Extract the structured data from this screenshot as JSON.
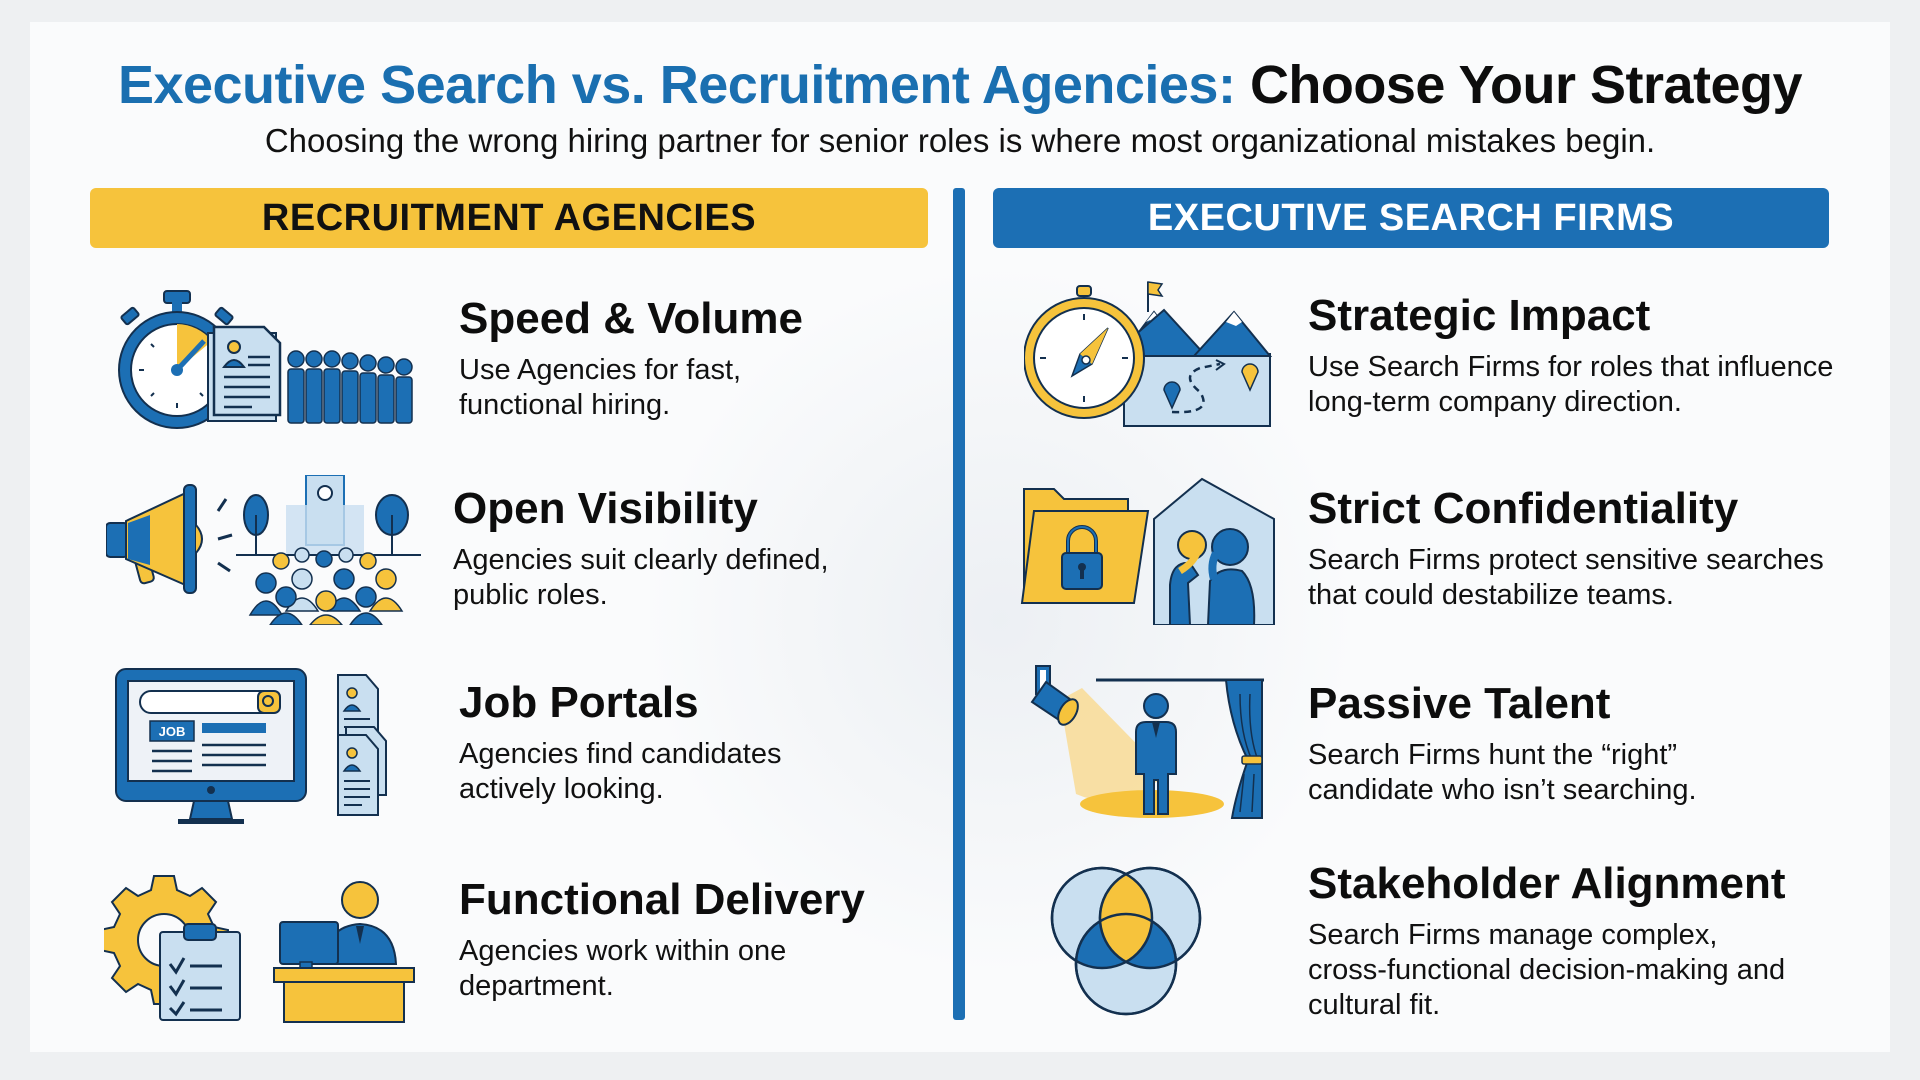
{
  "header": {
    "title_blue": "Executive Search vs. Recruitment Agencies:",
    "title_dark": "Choose Your Strategy",
    "subtitle": "Choosing the wrong hiring partner for senior roles is where most organizational mistakes begin."
  },
  "colors": {
    "brand_blue": "#1c6fb4",
    "accent_yellow": "#f6c33c",
    "light_blue": "#c9dff0",
    "outline": "#13304f"
  },
  "left_column": {
    "heading": "RECRUITMENT AGENCIES",
    "items": [
      {
        "title": "Speed & Volume",
        "description": "Use Agencies for fast, functional hiring.",
        "icon": "stopwatch-resume-queue-icon"
      },
      {
        "title": "Open Visibility",
        "description": "Agencies suit clearly defined, public roles.",
        "icon": "megaphone-crowd-icon"
      },
      {
        "title": "Job Portals",
        "description": "Agencies find candidates actively looking.",
        "icon": "job-portal-monitor-icon"
      },
      {
        "title": "Functional Delivery",
        "description": "Agencies work within one department.",
        "icon": "gear-checklist-desk-icon"
      }
    ]
  },
  "right_column": {
    "heading": "EXECUTIVE SEARCH FIRMS",
    "items": [
      {
        "title": "Strategic Impact",
        "description": "Use Search Firms for roles that influence long-term company direction.",
        "icon": "compass-mountain-map-icon"
      },
      {
        "title": "Strict Confidentiality",
        "description": "Search Firms protect sensitive searches that could destabilize teams.",
        "icon": "locked-folder-whisper-icon"
      },
      {
        "title": "Passive Talent",
        "description": "Search Firms hunt the “right” candidate who isn’t searching.",
        "icon": "spotlight-candidate-icon"
      },
      {
        "title": "Stakeholder Alignment",
        "description": "Search Firms manage complex, cross-functional decision-making and cultural fit.",
        "icon": "venn-diagram-icon"
      }
    ]
  }
}
